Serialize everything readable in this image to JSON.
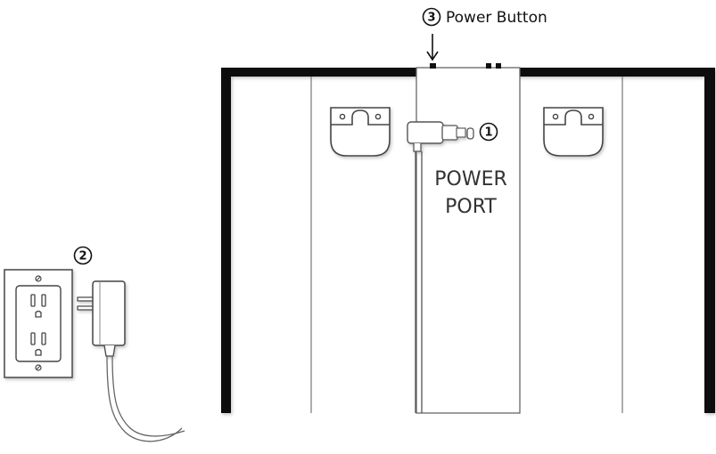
{
  "callouts": [
    {
      "number": "1",
      "label": ""
    },
    {
      "number": "2",
      "label": ""
    },
    {
      "number": "3",
      "label": "Power Button"
    }
  ],
  "power_port_label": {
    "line1": "POWER",
    "line2": "PORT"
  },
  "colors": {
    "frame": "#111111",
    "line": "#555555",
    "shadow": "#bbbbbb",
    "fill": "#ffffff"
  }
}
